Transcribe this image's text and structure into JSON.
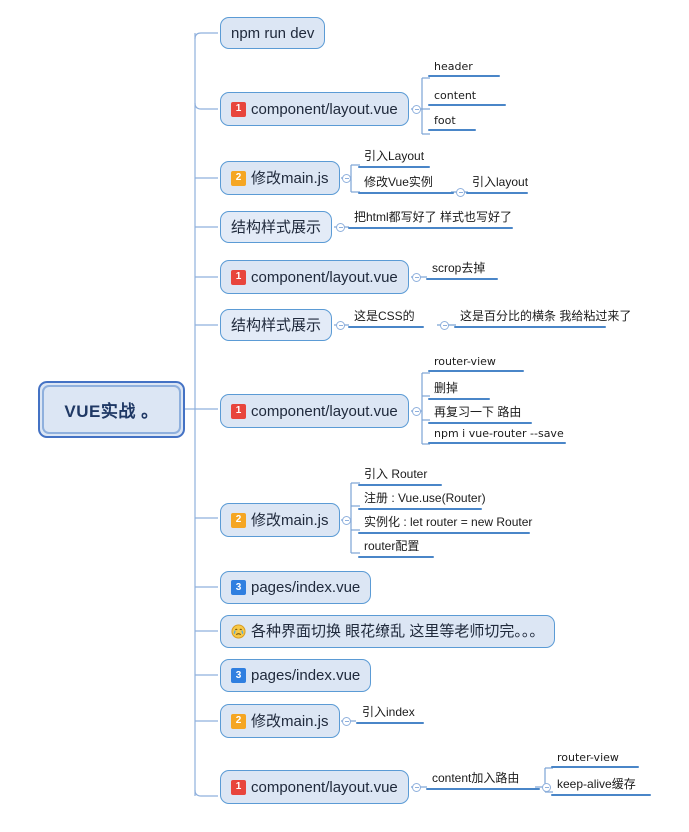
{
  "map": {
    "title": "VUE实战 。",
    "colors": {
      "node_fill": "#dce6f4",
      "node_border": "#5b9bd5",
      "root_border": "#4472c4",
      "badge_1": "#e8453c",
      "badge_2": "#f5a623",
      "badge_3": "#2f7fe0",
      "branch_line": "#4a86c8",
      "spine": "#8fb0dd"
    }
  },
  "root": {
    "label": "VUE实战 。"
  },
  "nodes": {
    "npm_run_dev": {
      "label": "npm run dev"
    },
    "layout_1": {
      "badge": "1",
      "label": "component/layout.vue"
    },
    "main_1": {
      "badge": "2",
      "label": "修改main.js"
    },
    "struct_1": {
      "label": "结构样式展示"
    },
    "layout_2": {
      "badge": "1",
      "label": "component/layout.vue"
    },
    "struct_2": {
      "label": "结构样式展示"
    },
    "layout_3": {
      "badge": "1",
      "label": "component/layout.vue"
    },
    "main_2": {
      "badge": "2",
      "label": "修改main.js"
    },
    "pages_1": {
      "badge": "3",
      "label": "pages/index.vue"
    },
    "switch_note": {
      "icon": "crying-face-emoji",
      "label": "各种界面切换 眼花缭乱 这里等老师切完。。。"
    },
    "pages_2": {
      "badge": "3",
      "label": "pages/index.vue"
    },
    "main_3": {
      "badge": "2",
      "label": "修改main.js"
    },
    "layout_4": {
      "badge": "1",
      "label": "component/layout.vue"
    }
  },
  "leaves": {
    "header": "header",
    "content": "content",
    "foot": "foot",
    "import_layout_cap": "引入Layout",
    "modify_vue_instance": "修改Vue实例",
    "import_layout_low": "引入layout",
    "html_done": "把html都写好了 样式也写好了",
    "scrop_remove": "scrop去掉",
    "this_is_css": "这是CSS的",
    "percent_bar": "这是百分比的横条 我给粘过来了",
    "router_view_1": "router-view",
    "delete": "删掉",
    "review_router": "再复习一下 路由",
    "npm_i_vue_router": "npm i vue-router --save",
    "import_router": "引入 Router",
    "register_router": "注册 : Vue.use(Router)",
    "instantiate_router": "实例化 : let router = new Router",
    "router_config": "router配置",
    "import_index": "引入index",
    "content_add_route": "content加入路由",
    "router_view_2": "router-view",
    "keep_alive_cache": "keep-alive缓存"
  }
}
